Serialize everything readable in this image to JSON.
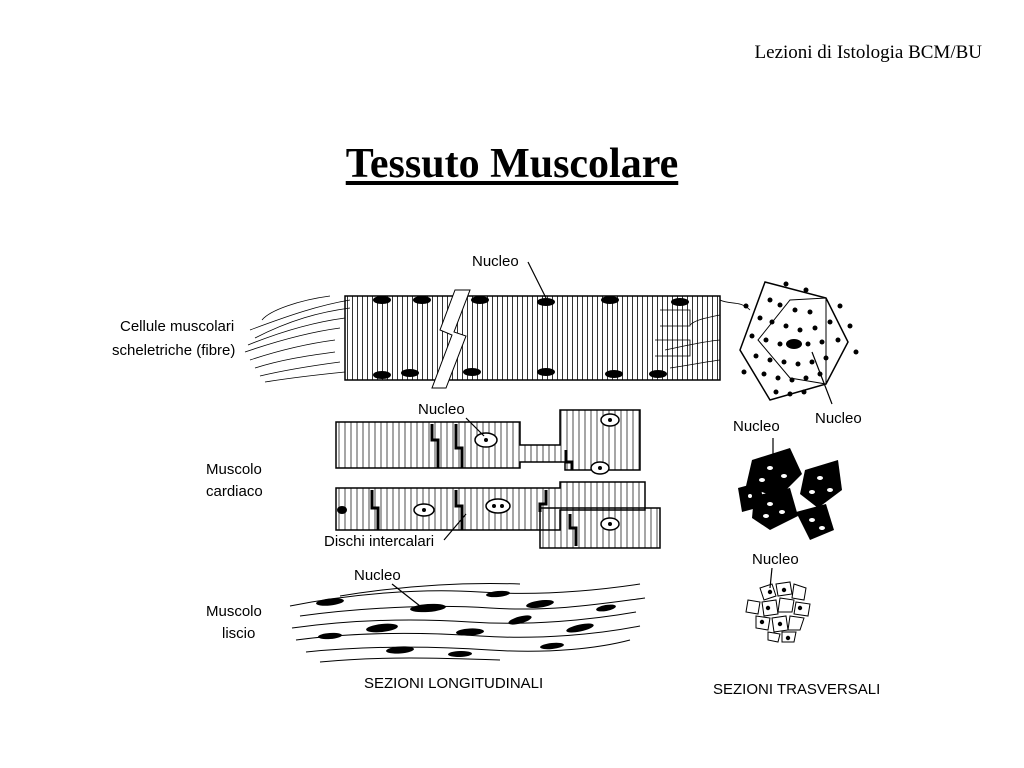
{
  "slide": {
    "header": "Lezioni di Istologia BCM/BU",
    "title": "Tessuto Muscolare"
  },
  "diagram": {
    "labels": {
      "skeletal_cells_line1": "Cellule muscolari",
      "skeletal_cells_line2": "scheletriche (fibre)",
      "nucleus_skeletal": "Nucleo",
      "nucleus_cross_skeletal": "Nucleo",
      "cardiac_line1": "Muscolo",
      "cardiac_line2": "cardiaco",
      "nucleus_cardiac": "Nucleo",
      "nucleus_cross_cardiac": "Nucleo",
      "intercalated_discs": "Dischi intercalari",
      "smooth_line1": "Muscolo",
      "smooth_line2": "liscio",
      "nucleus_smooth": "Nucleo",
      "nucleus_cross_smooth": "Nucleo",
      "longitudinal_sections": "SEZIONI LONGITUDINALI",
      "transverse_sections": "SEZIONI TRASVERSALI"
    }
  }
}
